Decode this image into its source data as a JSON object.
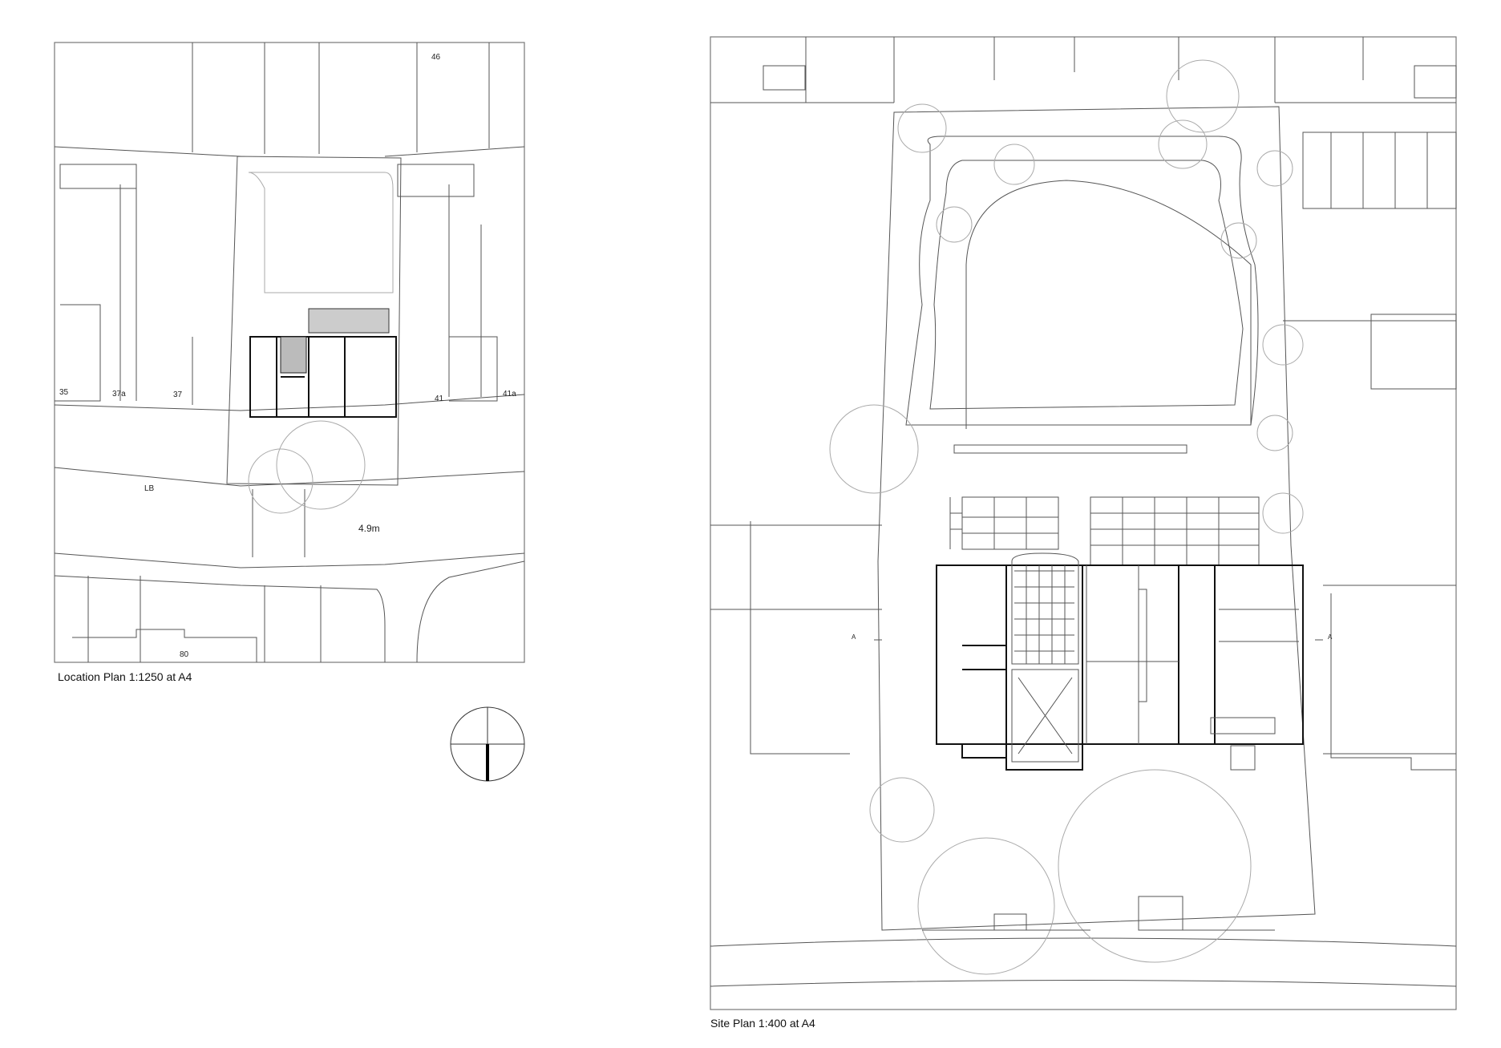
{
  "location_plan": {
    "caption": "Location Plan 1:1250 at A4",
    "labels": {
      "n46": "46",
      "n35": "35",
      "n37a": "37a",
      "n37": "37",
      "n41": "41",
      "n41a": "41a",
      "lb": "LB",
      "level": "4.9m",
      "n80": "80"
    }
  },
  "site_plan": {
    "caption": "Site Plan 1:400 at A4",
    "section_marks": {
      "left": "A",
      "right": "A"
    }
  },
  "north_arrow": {
    "icon": "north-arrow-icon"
  }
}
